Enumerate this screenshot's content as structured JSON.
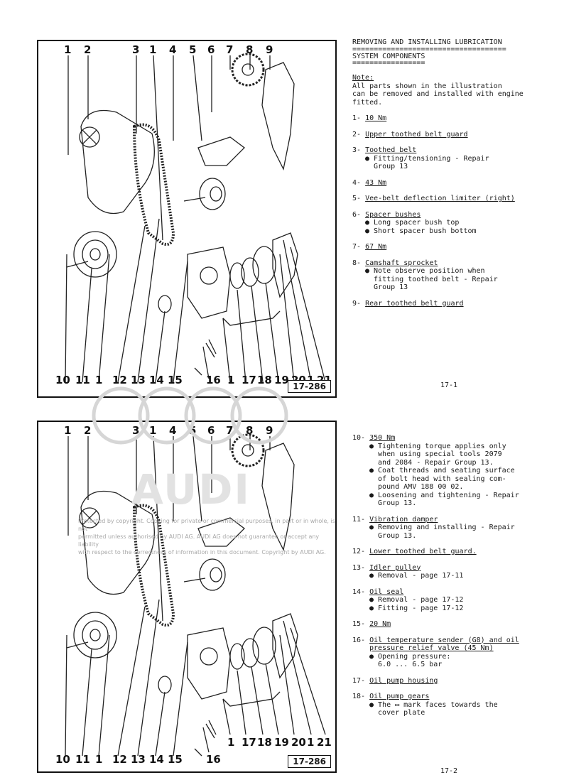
{
  "figure": {
    "tag": "17-286",
    "callouts_top": [
      "1",
      "2",
      "3",
      "1",
      "4",
      "5",
      "6",
      "7",
      "8",
      "9"
    ],
    "callouts_bottom": [
      "10",
      "11",
      "1",
      "12",
      "13",
      "14",
      "15",
      "16",
      "1",
      "17",
      "18",
      "19",
      "20",
      "1",
      "21"
    ]
  },
  "section1": {
    "heading": "REMOVING AND INSTALLING LUBRICATION",
    "rule1": "====================================",
    "subheading": "SYSTEM COMPONENTS",
    "rule2": "=================",
    "note_label": "Note:",
    "note_lines": [
      "All parts shown in the illustration",
      "can be removed and installed with engine",
      "fitted."
    ],
    "items": [
      {
        "no": "1-",
        "title": "10 Nm",
        "subs": []
      },
      {
        "no": "2-",
        "title": "Upper toothed belt guard",
        "subs": []
      },
      {
        "no": "3-",
        "title": "Toothed belt",
        "subs": [
          "● Fitting/tensioning - Repair",
          "  Group 13"
        ]
      },
      {
        "no": "4-",
        "title": "43 Nm",
        "subs": []
      },
      {
        "no": "5-",
        "title": "Vee-belt deflection limiter (right)",
        "subs": []
      },
      {
        "no": "6-",
        "title": "Spacer bushes",
        "subs": [
          "● Long spacer bush top",
          "● Short spacer bush bottom"
        ]
      },
      {
        "no": "7-",
        "title": "67 Nm",
        "subs": []
      },
      {
        "no": "8-",
        "title": "Camshaft sprocket",
        "subs": [
          "● Note observe position when",
          "  fitting toothed belt - Repair",
          "  Group 13"
        ]
      },
      {
        "no": "9-",
        "title": "Rear toothed belt guard",
        "subs": []
      }
    ],
    "page": "17-1"
  },
  "section2": {
    "items": [
      {
        "no": "10-",
        "title": "350 Nm",
        "subs": [
          "● Tightening torque applies only",
          "  when using special tools 2079",
          "  and 2084 - Repair Group 13.",
          "● Coat threads and seating surface",
          "  of bolt head with sealing com-",
          "  pound AMV 188 00 02.",
          "● Loosening and tightening - Repair",
          "  Group 13."
        ]
      },
      {
        "no": "11-",
        "title": "Vibration damper",
        "subs": [
          "● Removing and installing - Repair",
          "  Group 13."
        ]
      },
      {
        "no": "12-",
        "title": "Lower toothed belt guard.",
        "subs": []
      },
      {
        "no": "13-",
        "title": "Idler pulley",
        "subs": [
          "● Removal - page 17-11"
        ]
      },
      {
        "no": "14-",
        "title": "Oil seal",
        "subs": [
          "● Removal - page 17-12",
          "● Fitting - page 17-12"
        ]
      },
      {
        "no": "15-",
        "title": "20 Nm",
        "subs": []
      },
      {
        "no": "16-",
        "title": "Oil temperature sender (G8) and oil",
        "title2": "pressure relief valve (45 Nm)",
        "subs": [
          "● Opening pressure:",
          "  6.0 ... 6.5 bar"
        ]
      },
      {
        "no": "17-",
        "title": "Oil pump housing",
        "subs": []
      },
      {
        "no": "18-",
        "title": "Oil pump gears",
        "subs": [
          "● The ▭ mark faces towards the",
          "  cover plate"
        ]
      }
    ],
    "page": "17-2"
  },
  "watermark": {
    "logo": "AUDI",
    "line1": "Protected by copyright. Copying for private or commercial purposes, in part or in whole, is not",
    "line2": "permitted unless authorised by AUDI AG. AUDI AG does not guarantee or accept any liability",
    "line3": "with respect to the correctness of information in this document. Copyright by AUDI AG."
  }
}
